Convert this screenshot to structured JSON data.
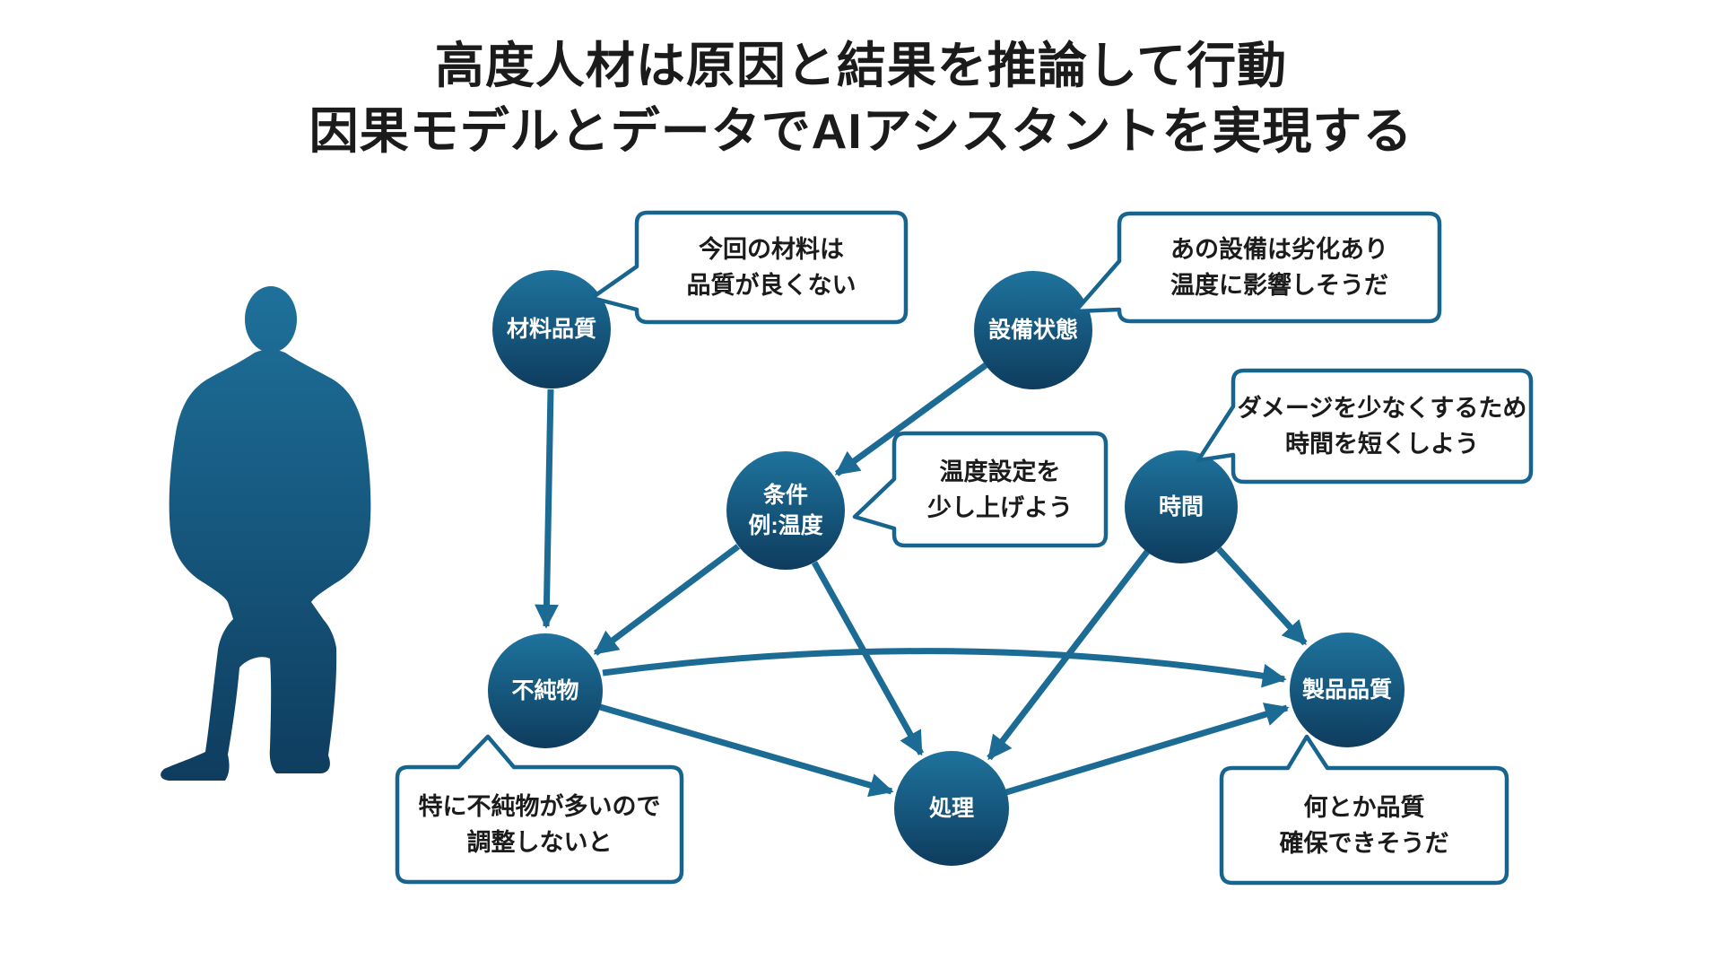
{
  "title": {
    "line1": "高度人材は原因と結果を推論して行動",
    "line2": "因果モデルとデータでAIアシスタントを実現する"
  },
  "person": {
    "icon": "person-silhouette"
  },
  "nodes": {
    "material_quality": {
      "label": "材料品質"
    },
    "equipment_state": {
      "label": "設備状態"
    },
    "condition": {
      "label": "条件\n例:温度"
    },
    "time": {
      "label": "時間"
    },
    "impurity": {
      "label": "不純物"
    },
    "process": {
      "label": "処理"
    },
    "product_quality": {
      "label": "製品品質"
    }
  },
  "bubbles": {
    "material": {
      "text": "今回の材料は\n品質が良くない"
    },
    "equipment": {
      "text": "あの設備は劣化あり\n温度に影響しそうだ"
    },
    "condition": {
      "text": "温度設定を\n少し上げよう"
    },
    "time": {
      "text": "ダメージを少なくするため\n時間を短くしよう"
    },
    "impurity": {
      "text": "特に不純物が多いので\n調整しないと"
    },
    "product": {
      "text": "何とか品質\n確保できそうだ"
    }
  },
  "edges": [
    {
      "from": "材料品質",
      "to": "不純物"
    },
    {
      "from": "設備状態",
      "to": "条件 例:温度"
    },
    {
      "from": "条件 例:温度",
      "to": "不純物"
    },
    {
      "from": "条件 例:温度",
      "to": "処理"
    },
    {
      "from": "時間",
      "to": "処理"
    },
    {
      "from": "時間",
      "to": "製品品質"
    },
    {
      "from": "不純物",
      "to": "製品品質"
    },
    {
      "from": "不純物",
      "to": "処理"
    },
    {
      "from": "処理",
      "to": "製品品質"
    }
  ],
  "colors": {
    "node_gradient_top": "#1E739D",
    "node_gradient_bottom": "#0E3C5E",
    "arrow": "#1B6B94",
    "bubble_border": "#17658F",
    "bubble_fill": "#FFFFFF",
    "text": "#1B1B1B",
    "node_text": "#FFFFFF",
    "background": "#FFFFFF"
  }
}
